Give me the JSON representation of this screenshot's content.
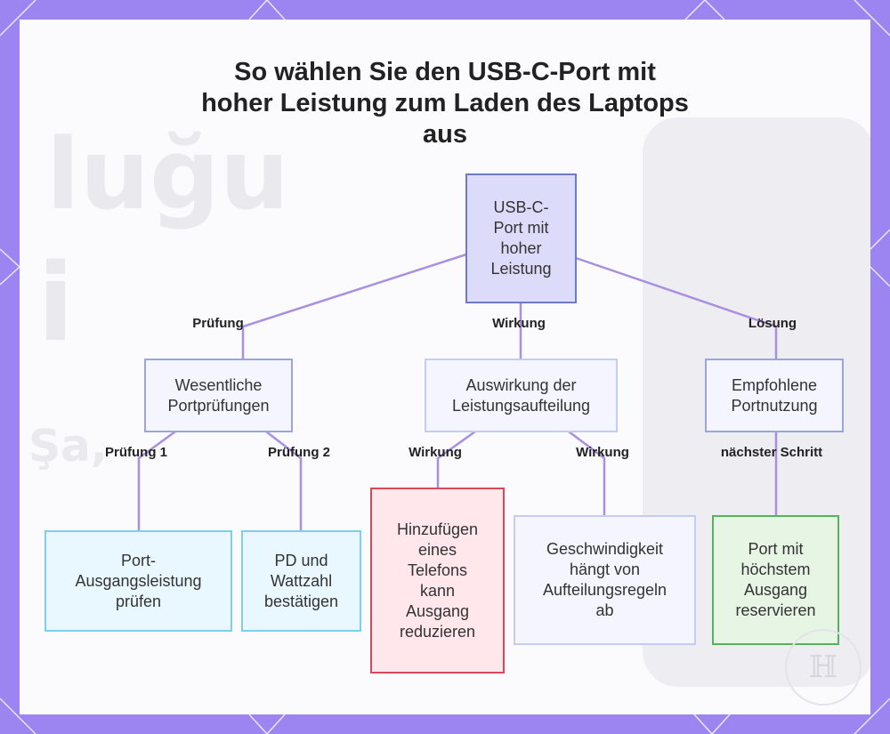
{
  "title_lines": [
    "So wählen Sie den USB-C-Port mit",
    "hoher Leistung zum Laden des Laptops",
    "aus"
  ],
  "nodes": {
    "root": "USB-C-\nPort mit\nhoher\nLeistung",
    "checks": "Wesentliche\nPortprüfungen",
    "impact": "Auswirkung der\nLeistungsaufteilung",
    "usage": "Empfohlene\nPortnutzung",
    "check_output": "Port-\nAusgangsleistung\nprüfen",
    "confirm_pd": "PD und\nWattzahl\nbestätigen",
    "phone": "Hinzufügen\neines\nTelefons\nkann\nAusgang\nreduzieren",
    "speed": "Geschwindigkeit\nhängt von\nAufteilungsregeln\nab",
    "reserve": "Port mit\nhöchstem\nAusgang\nreservieren"
  },
  "edge_labels": {
    "pruefung": "Prüfung",
    "wirkung_main": "Wirkung",
    "loesung": "Lösung",
    "pruefung1": "Prüfung 1",
    "pruefung2": "Prüfung 2",
    "wirkung_a": "Wirkung",
    "wirkung_b": "Wirkung",
    "next_step": "nächster Schritt"
  },
  "watermark": {
    "text1": "luğu",
    "text2": "i",
    "text3": "Şa,"
  },
  "colors": {
    "background": "#9d85f1",
    "edge": "#a98fe0",
    "root_fill": "#dcdcfa",
    "root_border": "#7078c8",
    "mid_fill": "#f4f5ff",
    "mid_border": "#9aa4de",
    "cyan_fill": "#e9f8ff",
    "cyan_border": "#7dd0ea",
    "red_fill": "#ffe7ec",
    "red_border": "#d8485a",
    "green_fill": "#e7f5e4",
    "green_border": "#54b45e"
  }
}
